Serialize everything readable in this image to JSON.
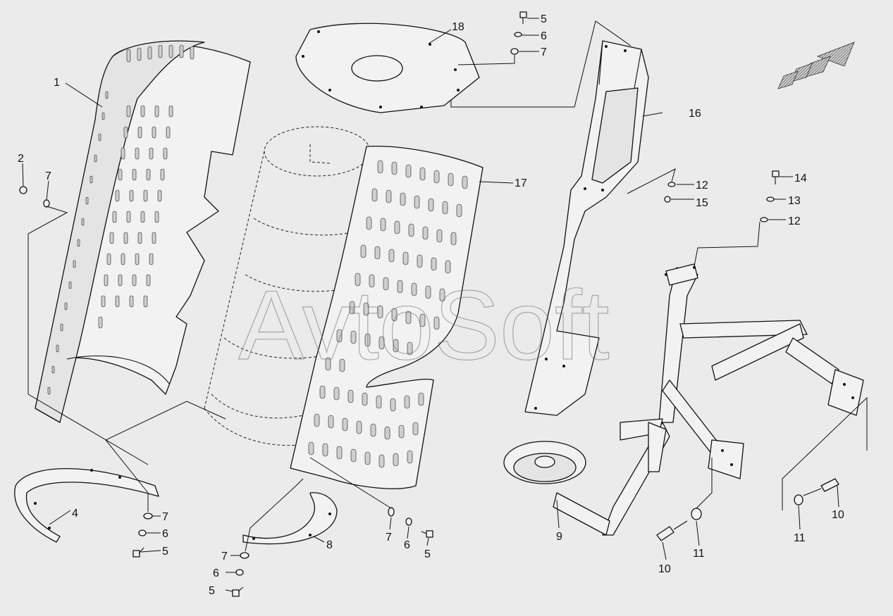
{
  "watermark": "AvtoSoft",
  "direction_icon": "forward-arrow-icon",
  "callouts": {
    "c1": "1",
    "c2": "2",
    "c4": "4",
    "c5a": "5",
    "c5b": "5",
    "c5c": "5",
    "c5d": "5",
    "c6a": "6",
    "c6b": "6",
    "c6c": "6",
    "c6d": "6",
    "c7a": "7",
    "c7b": "7",
    "c7c": "7",
    "c7d": "7",
    "c7e": "7",
    "c8": "8",
    "c9": "9",
    "c10a": "10",
    "c10b": "10",
    "c11a": "11",
    "c11b": "11",
    "c12a": "12",
    "c12b": "12",
    "c13": "13",
    "c14": "14",
    "c15": "15",
    "c16": "16",
    "c17": "17",
    "c18": "18"
  }
}
